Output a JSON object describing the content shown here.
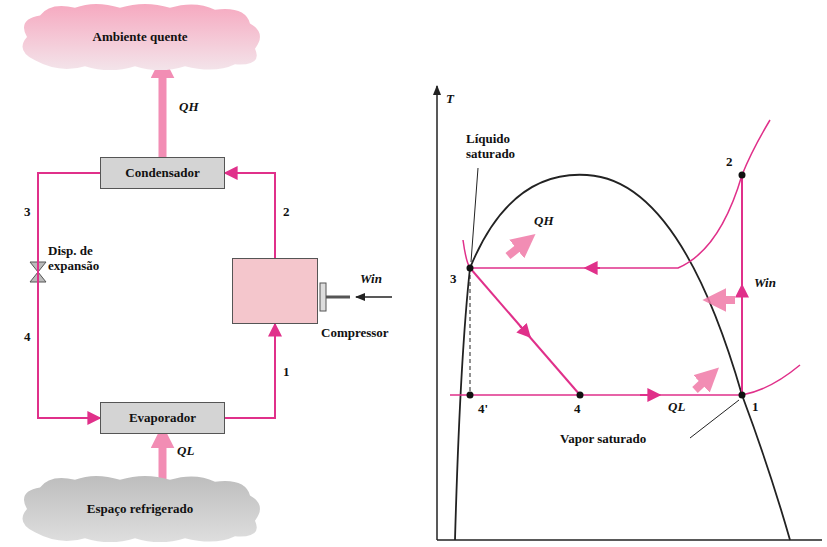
{
  "diagram": {
    "nodes": [
      {
        "text": [
          "Ambiente quente"
        ]
      },
      {
        "text": [
          "Condensador"
        ]
      },
      {
        "text": [
          "Compressor"
        ]
      },
      {
        "text": [
          "Evaporador"
        ]
      },
      {
        "text": [
          "Espaço refrigerado"
        ]
      }
    ],
    "edges": [
      {
        "from": 1,
        "to": 0,
        "arrow": "to",
        "label": "QH"
      },
      {
        "from": 2,
        "to": 1,
        "arrow": "to",
        "label": "2"
      },
      {
        "from": 1,
        "to": 3,
        "arrow": "to"
      },
      {
        "from": 3,
        "to": 2,
        "arrow": "to",
        "label": "1"
      },
      {
        "from": 4,
        "to": 3,
        "arrow": "to",
        "label": "QL"
      }
    ],
    "labels": [
      "3",
      "Disp. de expansão",
      "4",
      "Win",
      "T",
      "Líquido saturado",
      "3",
      "QH",
      "4'",
      "4",
      "QL",
      "1",
      "2",
      "Win",
      "Vapor saturado"
    ]
  }
}
